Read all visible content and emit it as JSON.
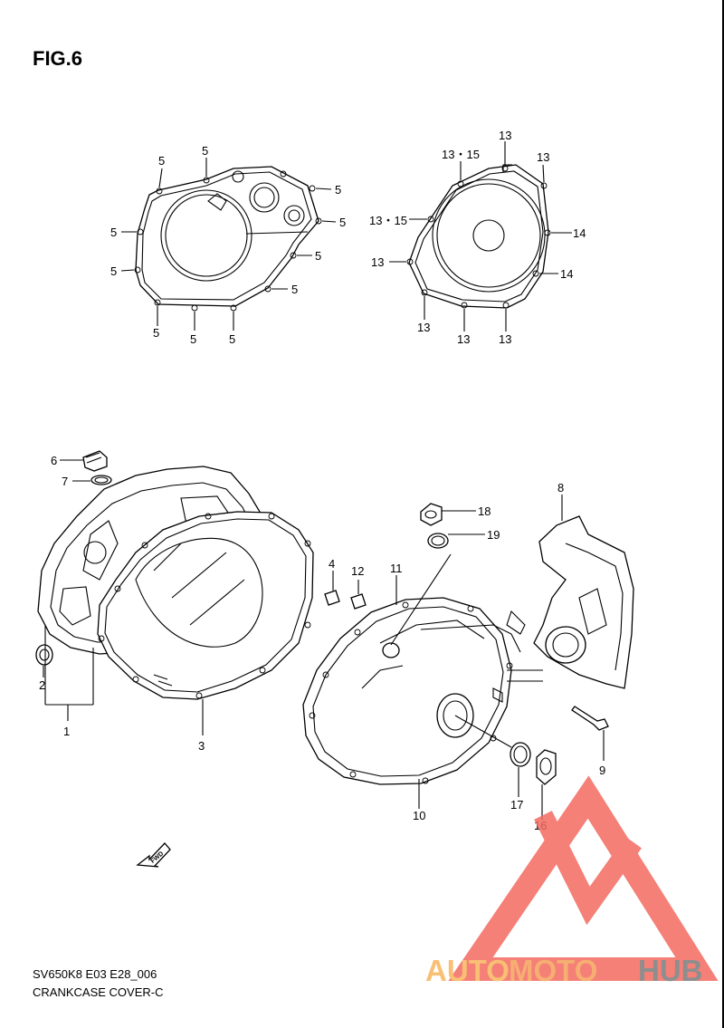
{
  "figure": {
    "title": "FIG.6"
  },
  "callouts": {
    "c5": "5",
    "c13": "13",
    "c13_15": "13・15",
    "c14": "14",
    "c1": "1",
    "c2": "2",
    "c3": "3",
    "c4": "4",
    "c6": "6",
    "c7": "7",
    "c8": "8",
    "c9": "9",
    "c10": "10",
    "c11": "11",
    "c12": "12",
    "c16": "16",
    "c17": "17",
    "c18": "18",
    "c19": "19"
  },
  "fwd_label": "FWD",
  "caption": {
    "code": "SV650K8 E03 E28_006",
    "name": "CRANKCASE COVER-C"
  },
  "watermark": {
    "part1": "AUTO",
    "part2": "MOTO",
    "part3": "HUB",
    "colors": {
      "logo": "#f36a60",
      "text1": "#f8b45c",
      "text2": "#f5a05a",
      "text3": "#7b7b7b"
    }
  }
}
